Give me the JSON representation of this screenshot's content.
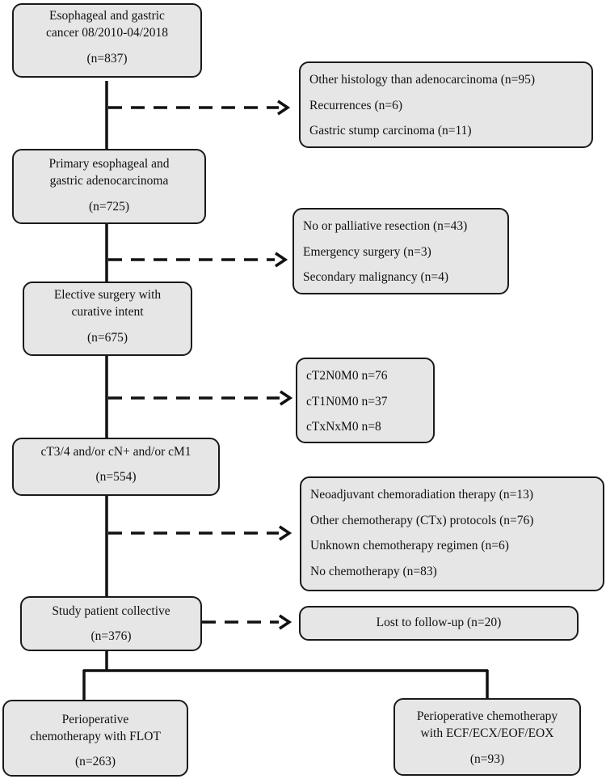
{
  "boxes": {
    "total": {
      "lines": [
        "Esophageal and gastric",
        "cancer 08/2010-04/2018"
      ],
      "count": "(n=837)"
    },
    "primary": {
      "lines": [
        "Primary esophageal and",
        "gastric adenocarcinoma"
      ],
      "count": "(n=725)"
    },
    "elective": {
      "lines": [
        "Elective surgery with",
        "curative intent"
      ],
      "count": "(n=675)"
    },
    "advanced": {
      "lines": [
        "cT3/4 and/or cN+ and/or cM1"
      ],
      "count": "(n=554)"
    },
    "study": {
      "lines": [
        "Study patient collective"
      ],
      "count": "(n=376)"
    },
    "flot": {
      "lines": [
        "Perioperative",
        "chemotherapy with FLOT"
      ],
      "count": "(n=263)"
    },
    "ecf": {
      "lines": [
        "Perioperative chemotherapy",
        "with ECF/ECX/EOF/EOX"
      ],
      "count": "(n=93)"
    }
  },
  "exclusions": {
    "ex1": [
      "Other histology than adenocarcinoma (n=95)",
      "Recurrences (n=6)",
      "Gastric stump carcinoma (n=11)"
    ],
    "ex2": [
      "No or palliative resection (n=43)",
      "Emergency surgery (n=3)",
      "Secondary malignancy (n=4)"
    ],
    "ex3": [
      "cT2N0M0 n=76",
      "cT1N0M0 n=37",
      "cTxNxM0 n=8"
    ],
    "ex4": [
      "Neoadjuvant chemoradiation therapy (n=13)",
      "Other chemotherapy (CTx) protocols (n=76)",
      "Unknown chemotherapy regimen (n=6)",
      "No chemotherapy (n=83)"
    ],
    "ex5": [
      "Lost to follow-up (n=20)"
    ]
  }
}
